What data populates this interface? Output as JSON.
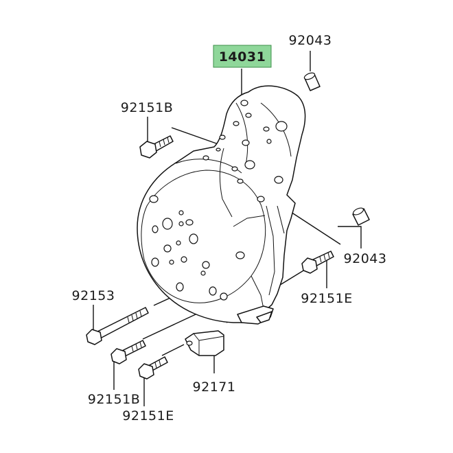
{
  "colors": {
    "highlight": "#8fd79a",
    "line": "#111111",
    "background": "#ffffff"
  },
  "parts": {
    "cover": "14031",
    "dowel_top": "92043",
    "dowel_right": "92043",
    "bolt_upper_left": "92151B",
    "bolt_right": "92151E",
    "bolt_long": "92153",
    "bolt_lower_b": "92151B",
    "bolt_lower_e": "92151E",
    "bracket": "92171"
  }
}
